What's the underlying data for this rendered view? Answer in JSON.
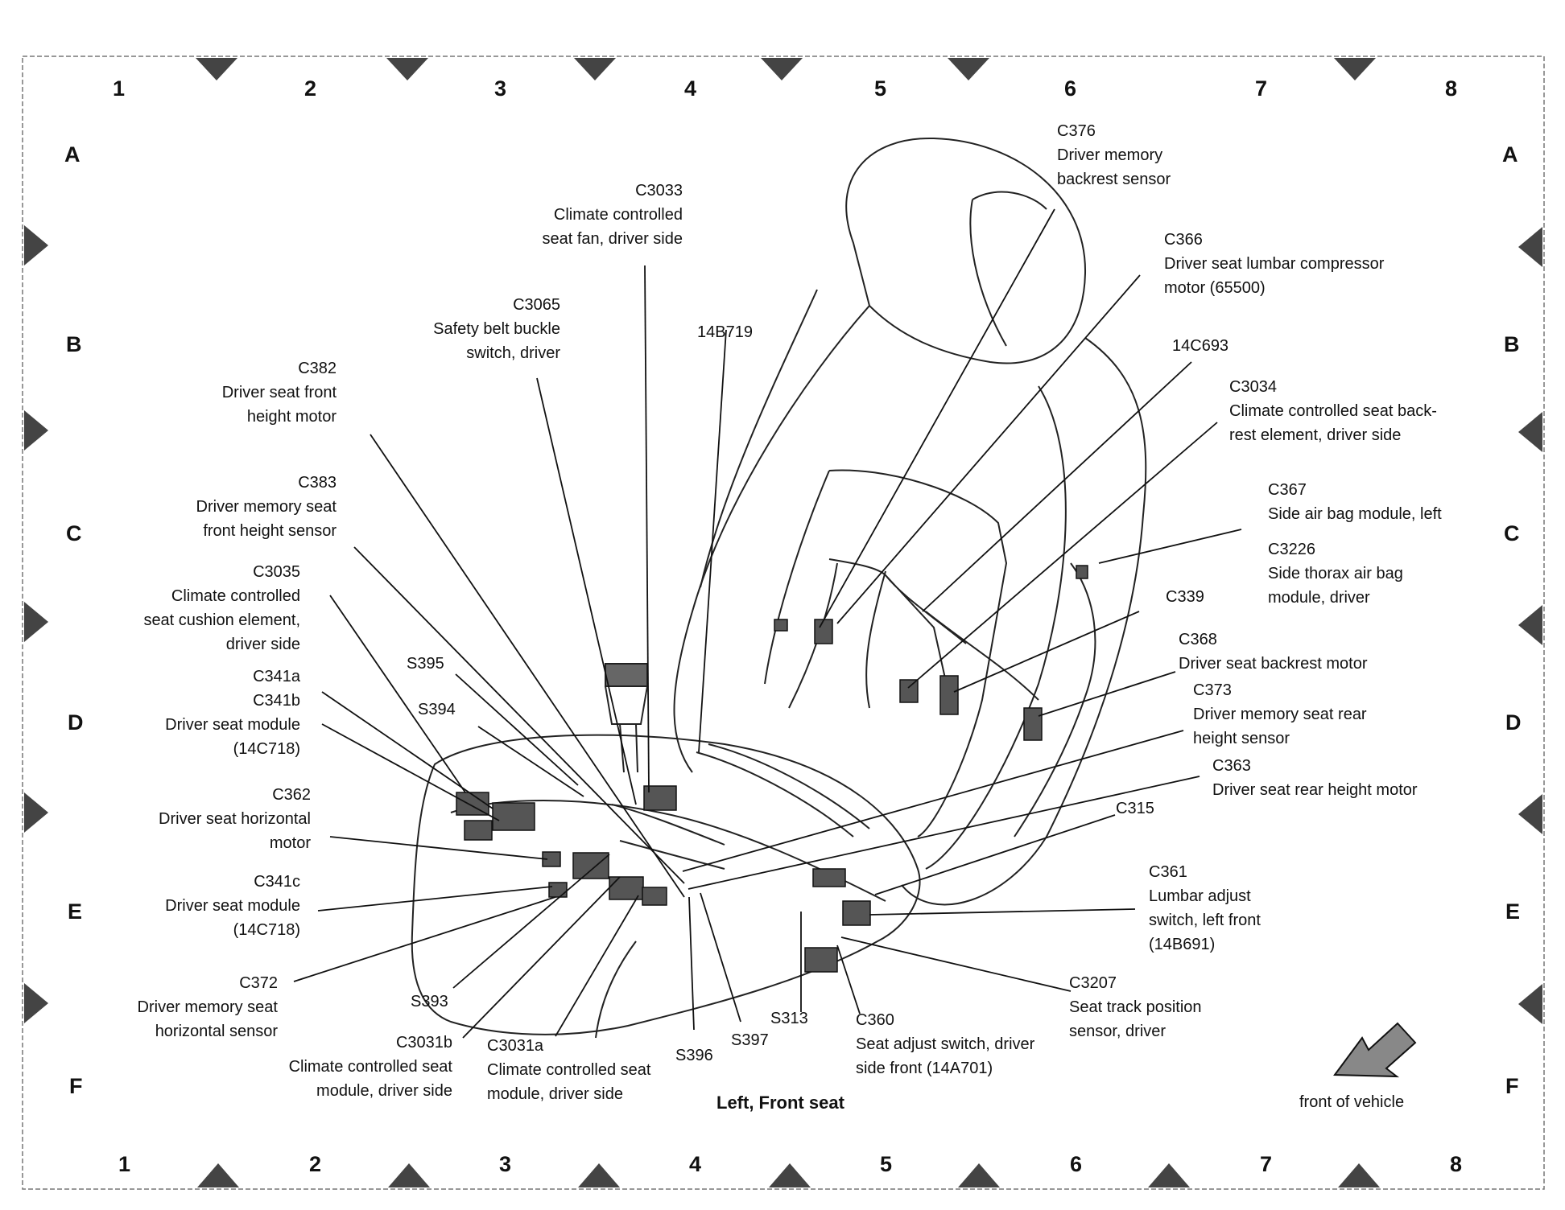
{
  "diagram": {
    "title": "Left, Front seat",
    "columns": [
      "1",
      "2",
      "3",
      "4",
      "5",
      "6",
      "7",
      "8"
    ],
    "rows": [
      "A",
      "B",
      "C",
      "D",
      "E",
      "F"
    ],
    "front_indicator": "front of vehicle",
    "callouts": {
      "C3033": {
        "code": "C3033",
        "lines": [
          "Climate controlled",
          "seat fan, driver side"
        ]
      },
      "C376": {
        "code": "C376",
        "lines": [
          "Driver memory",
          "backrest sensor"
        ]
      },
      "C366": {
        "code": "C366",
        "lines": [
          "Driver seat lumbar compressor",
          "motor (65500)"
        ]
      },
      "C3065": {
        "code": "C3065",
        "lines": [
          "Safety belt buckle",
          "switch, driver"
        ]
      },
      "14B719": {
        "code": "14B719",
        "lines": []
      },
      "14C693": {
        "code": "14C693",
        "lines": []
      },
      "C382": {
        "code": "C382",
        "lines": [
          "Driver seat front",
          "height motor"
        ]
      },
      "C3034": {
        "code": "C3034",
        "lines": [
          "Climate controlled seat back-",
          "rest element, driver side"
        ]
      },
      "C383": {
        "code": "C383",
        "lines": [
          "Driver memory seat",
          "front height sensor"
        ]
      },
      "C367": {
        "code": "C367",
        "lines": [
          "Side air bag module, left"
        ]
      },
      "C3226": {
        "code": "C3226",
        "lines": [
          "Side thorax air bag",
          "module, driver"
        ]
      },
      "C3035": {
        "code": "C3035",
        "lines": [
          "Climate controlled",
          "seat cushion element,",
          "driver side"
        ]
      },
      "C339": {
        "code": "C339",
        "lines": []
      },
      "C368": {
        "code": "C368",
        "lines": [
          "Driver seat backrest motor"
        ]
      },
      "S395": {
        "code": "S395",
        "lines": []
      },
      "C341a": {
        "code": "C341a",
        "lines": []
      },
      "C341b": {
        "code": "C341b",
        "lines": [
          "Driver seat module",
          "(14C718)"
        ]
      },
      "S394": {
        "code": "S394",
        "lines": []
      },
      "C373": {
        "code": "C373",
        "lines": [
          "Driver memory seat rear",
          "height sensor"
        ]
      },
      "C363": {
        "code": "C363",
        "lines": [
          "Driver seat rear height motor"
        ]
      },
      "C362": {
        "code": "C362",
        "lines": [
          "Driver seat horizontal",
          "motor"
        ]
      },
      "C315": {
        "code": "C315",
        "lines": []
      },
      "C341c": {
        "code": "C341c",
        "lines": [
          "Driver seat module",
          "(14C718)"
        ]
      },
      "C361": {
        "code": "C361",
        "lines": [
          "Lumbar adjust",
          "switch, left front",
          "(14B691)"
        ]
      },
      "C372": {
        "code": "C372",
        "lines": [
          "Driver memory seat",
          "horizontal sensor"
        ]
      },
      "C3207": {
        "code": "C3207",
        "lines": [
          "Seat track position",
          "sensor, driver"
        ]
      },
      "S393": {
        "code": "S393",
        "lines": []
      },
      "S313": {
        "code": "S313",
        "lines": []
      },
      "C3031b": {
        "code": "C3031b",
        "lines": [
          "Climate controlled seat",
          "module, driver side"
        ]
      },
      "C3031a": {
        "code": "C3031a",
        "lines": [
          "Climate controlled seat",
          "module, driver side"
        ]
      },
      "S396": {
        "code": "S396",
        "lines": []
      },
      "S397": {
        "code": "S397",
        "lines": []
      },
      "C360": {
        "code": "C360",
        "lines": [
          "Seat adjust switch, driver",
          "side front (14A701)"
        ]
      }
    }
  }
}
